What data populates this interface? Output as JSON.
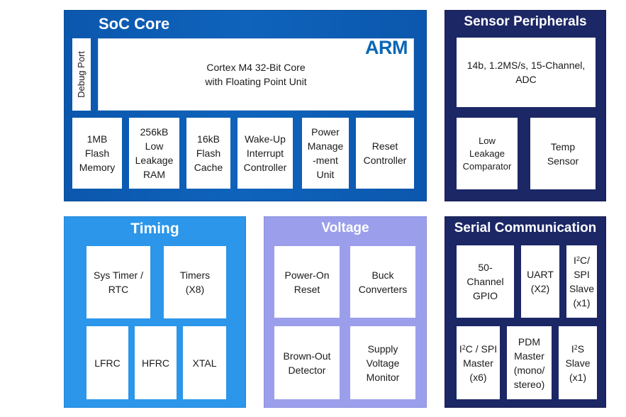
{
  "soc_core": {
    "title": "SoC Core",
    "debug_port": "Debug Port",
    "cpu": "Cortex M4 32-Bit Core\nwith Floating Point Unit",
    "logo": "ARM",
    "blocks": [
      "1MB\nFlash\nMemory",
      "256kB\nLow\nLeakage\nRAM",
      "16kB\nFlash\nCache",
      "Wake-Up\nInterrupt\nController",
      "Power\nManage\n-ment\nUnit",
      "Reset\nController"
    ]
  },
  "sensor_peripherals": {
    "title": "Sensor Peripherals",
    "adc": "14b, 1.2MS/s, 15-Channel,\nADC",
    "comparator": "Low\nLeakage\nComparator",
    "temp": "Temp\nSensor"
  },
  "timing": {
    "title": "Timing",
    "sys_timer": "Sys Timer /\nRTC",
    "timers": "Timers\n(X8)",
    "lfrc": "LFRC",
    "hfrc": "HFRC",
    "xtal": "XTAL"
  },
  "voltage": {
    "title": "Voltage",
    "por": "Power-On\nReset",
    "buck": "Buck\nConverters",
    "bod": "Brown-Out\nDetector",
    "svm": "Supply\nVoltage\nMonitor"
  },
  "serial": {
    "title": "Serial Communication",
    "gpio": "50-\nChannel\nGPIO",
    "uart": "UART\n(X2)",
    "i2c_spi_slave": {
      "a": "I",
      "sup": "2",
      "b": "C/\nSPI\nSlave\n(x1)"
    },
    "i2c_spi_master": {
      "a": "I",
      "sup": "2",
      "b": "C / SPI\nMaster\n(x6)"
    },
    "pdm": "PDM\nMaster\n(mono/\nstereo)",
    "i2s_slave": {
      "a": "I",
      "sup": "2",
      "b": "S\nSlave\n(x1)"
    }
  },
  "colors": {
    "soc": "#0b57ad",
    "sensor": "#1c2766",
    "timing": "#2b96ea",
    "voltage": "#9b9feb",
    "serial": "#1c2766"
  }
}
